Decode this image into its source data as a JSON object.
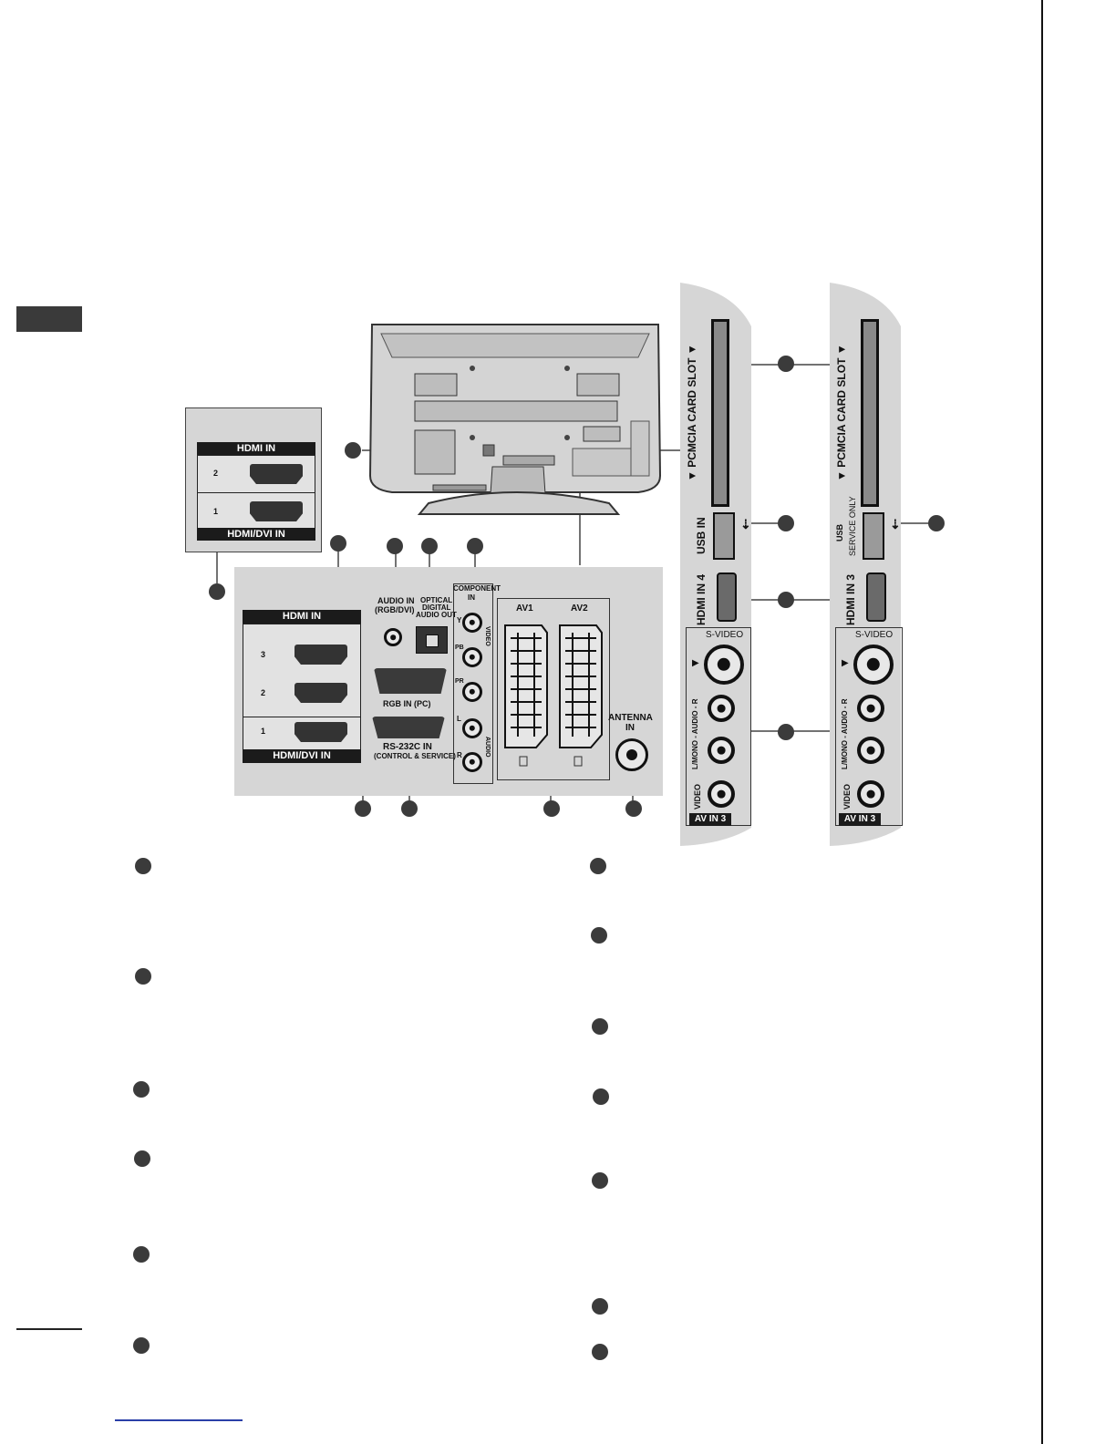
{
  "hdmi_small": {
    "header": "HDMI IN",
    "footer": "HDMI/DVI IN",
    "ports": [
      "2",
      "1"
    ]
  },
  "hdmi_main": {
    "header": "HDMI IN",
    "footer": "HDMI/DVI IN",
    "ports": [
      "3",
      "2",
      "1"
    ]
  },
  "rear": {
    "audio_in": [
      "AUDIO IN",
      "(RGB/DVI)"
    ],
    "optical": [
      "OPTICAL",
      "DIGITAL",
      "AUDIO OUT"
    ],
    "component": [
      "COMPONENT",
      "IN"
    ],
    "component_y": "Y",
    "component_pb": "PB",
    "component_pr": "PR",
    "component_l": "L",
    "component_r": "R",
    "video_side": "VIDEO",
    "audio_side": "AUDIO",
    "rgb": "RGB IN (PC)",
    "rs232": "RS-232C IN",
    "rs232_sub": "(CONTROL & SERVICE)",
    "av1": "AV1",
    "av2": "AV2",
    "antenna": [
      "ANTENNA",
      "IN"
    ]
  },
  "side_panel_1": {
    "pcmcia": "▼ PCMCIA CARD SLOT ▼",
    "usb": "USB IN",
    "hdmi": "HDMI IN 4",
    "svideo": "S-VIDEO",
    "audio": "L/MONO - AUDIO - R",
    "video": "VIDEO",
    "av": "AV IN 3"
  },
  "side_panel_2": {
    "pcmcia": "▼ PCMCIA CARD SLOT ▼",
    "usb_line1": "USB",
    "usb_line2": "SERVICE ONLY",
    "hdmi": "HDMI IN 3",
    "svideo": "S-VIDEO",
    "audio": "L/MONO - AUDIO - R",
    "video": "VIDEO",
    "av": "AV IN 3"
  },
  "colors": {
    "panel": "#d6d6d6",
    "marker": "#3b3b3b",
    "header": "#1b1b1b",
    "footer_link": "#2a3fa8"
  }
}
